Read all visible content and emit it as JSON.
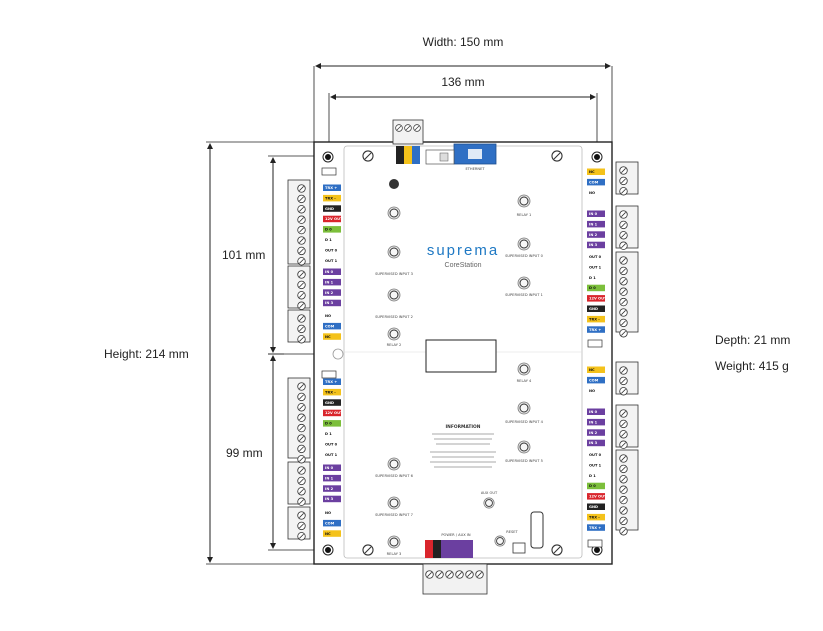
{
  "dimensions": {
    "width_label": "Width: 150 mm",
    "inner_width_label": "136 mm",
    "height_label": "Height: 214 mm",
    "upper_label": "101 mm",
    "lower_label": "99 mm",
    "depth_label": "Depth: 21 mm",
    "weight_label": "Weight: 415 g"
  },
  "board": {
    "brand": "suprema",
    "model": "CoreStation",
    "ethernet_label": "ETHERNET",
    "info_title": "INFORMATION",
    "power_label": "POWER / AUX IN",
    "reset_label": "RESET",
    "aux_out_label": "AUX OUT",
    "relays": [
      "RELAY 1",
      "RELAY 2",
      "RELAY 3",
      "RELAY 4"
    ],
    "supervised_inputs": [
      "SUPERVISED INPUT 0",
      "SUPERVISED INPUT 1",
      "SUPERVISED INPUT 2",
      "SUPERVISED INPUT 3",
      "SUPERVISED INPUT 4",
      "SUPERVISED INPUT 5",
      "SUPERVISED INPUT 6",
      "SUPERVISED INPUT 7"
    ],
    "term_labels": {
      "rs485_top": [
        "TRX +",
        "TRX -",
        "GND"
      ],
      "wiegand_top": [
        "12V OUT",
        "D 0",
        "D 1",
        "OUT 0",
        "OUT 1"
      ],
      "inputs_left_top": [
        "IN 0",
        "IN 1",
        "IN 2",
        "IN 3"
      ],
      "relay_left_top": [
        "NO",
        "COM",
        "NC"
      ],
      "relay_right_top": [
        "NC",
        "COM",
        "NO"
      ],
      "inputs_right_top": [
        "IN 0",
        "IN 1",
        "IN 2",
        "IN 3"
      ],
      "wiegand_right_top": [
        "OUT 0",
        "OUT 1",
        "D 1",
        "D 0",
        "12V OUT"
      ],
      "rs485_right_top": [
        "GND",
        "TRX -",
        "TRX +"
      ]
    },
    "colors": {
      "blue": "#2f6fc4",
      "yellow": "#f4c21b",
      "red": "#d9252c",
      "green": "#7cbf3b",
      "purple": "#6b3fa0",
      "black": "#222222"
    }
  }
}
